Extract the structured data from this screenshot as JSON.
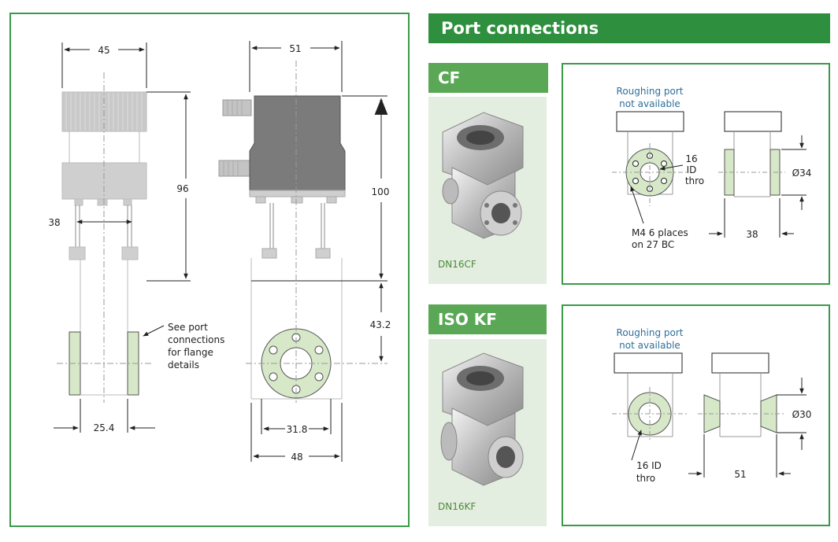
{
  "left_drawing": {
    "dims": {
      "d45": "45",
      "d51": "51",
      "d96": "96",
      "d100": "100",
      "d38": "38",
      "d43_2": "43.2",
      "d25_4": "25.4",
      "d31_8": "31.8",
      "d48": "48"
    },
    "note_lines": [
      "See port",
      "connections",
      "for flange",
      "details"
    ]
  },
  "header": {
    "title": "Port connections"
  },
  "cf": {
    "banner": "CF",
    "photo_caption": "DN16CF",
    "roughing_lines": [
      "Roughing port",
      "not available"
    ],
    "id_lines": [
      "16",
      "ID",
      "thro"
    ],
    "holes_lines": [
      "M4 6 places",
      "on 27 BC"
    ],
    "dim_diameter": "Ø34",
    "dim_width": "38"
  },
  "kf": {
    "banner": "ISO KF",
    "photo_caption": "DN16KF",
    "roughing_lines": [
      "Roughing port",
      "not available"
    ],
    "id_lines": [
      "16 ID",
      "thro"
    ],
    "dim_diameter": "Ø30",
    "dim_width": "51"
  },
  "colors": {
    "brand_green": "#2e8f3e",
    "light_green": "#5aa856",
    "flange_fill": "#d6e8c8",
    "photo_bg": "#e4eee0"
  }
}
